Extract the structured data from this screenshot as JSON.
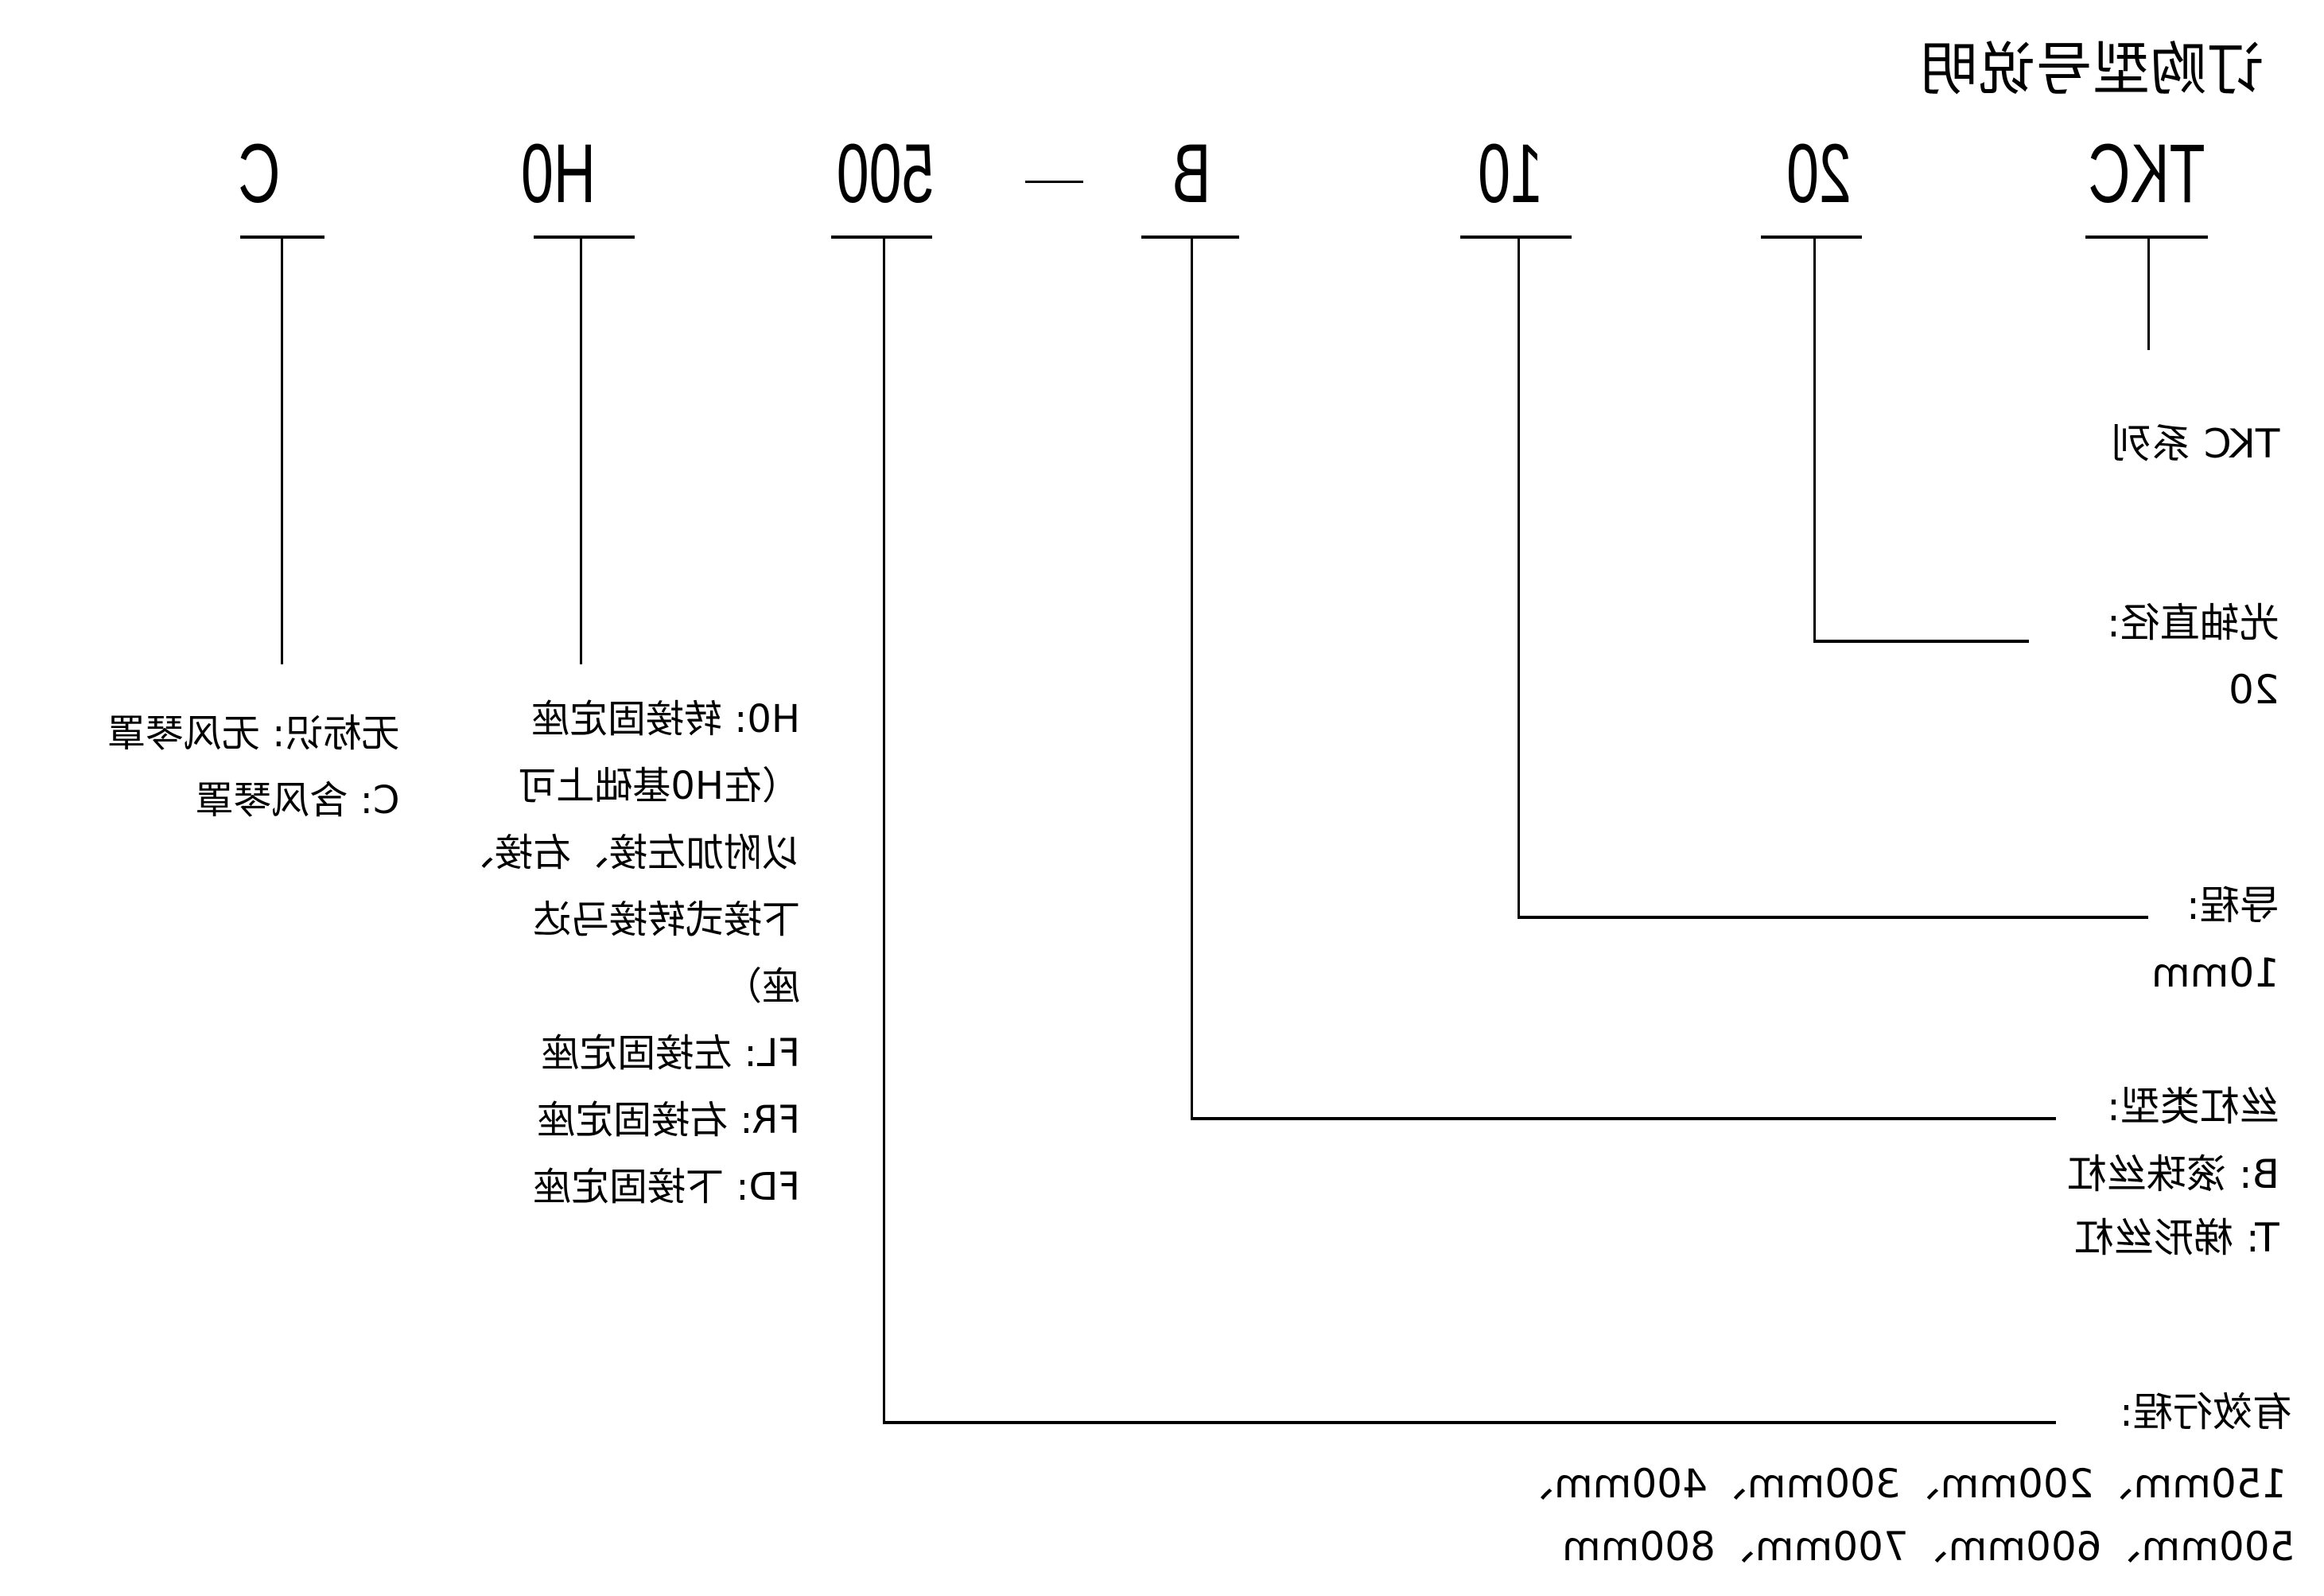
{
  "title": "订购型号说明",
  "codes": {
    "series": "TKC",
    "diameter": "20",
    "lead": "10",
    "screw_type": "B",
    "stroke": "500",
    "mount": "H0",
    "cover": "C"
  },
  "explanations": {
    "series": "TKC 系列",
    "diameter_label": "光轴直径:",
    "diameter_value": "20",
    "lead_label": "导程:",
    "lead_value": "10mm",
    "screw_label": "丝杠类型:",
    "screw_options": [
      "B:  滚珠丝杠",
      "T:  梯形丝杠"
    ],
    "stroke_label": "有效行程:",
    "stroke_values": [
      "150mm、200mm、300mm、400mm、",
      "500mm、600mm、700mm、800mm"
    ],
    "mount_options": [
      "H0:  转接固定座",
      "（在H0基础上可",
      "以附加左接、右接、",
      "下接式转接马达",
      "座）",
      "FL:  左接固定座",
      "FR:  右接固定座",
      "FD:  下接固定座"
    ],
    "cover_options": [
      "无标识:  无风琴罩",
      "C:  含风琴罩"
    ]
  }
}
